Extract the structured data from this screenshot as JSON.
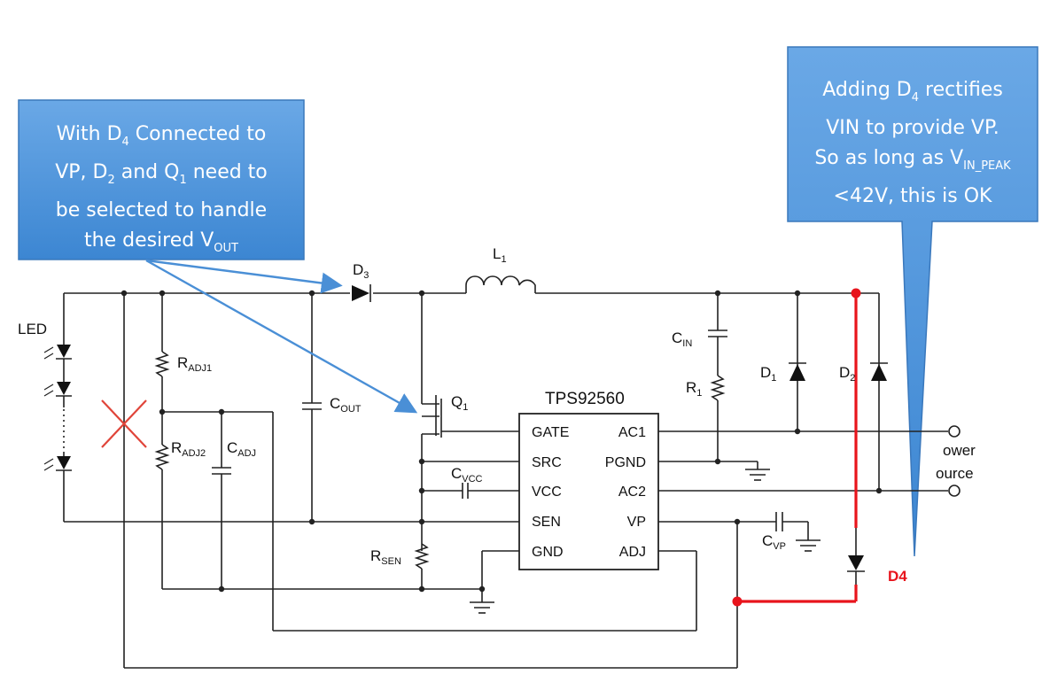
{
  "diagram": {
    "ic": {
      "name": "TPS92560",
      "left_pins": [
        "GATE",
        "SRC",
        "VCC",
        "SEN",
        "GND"
      ],
      "right_pins": [
        "AC1",
        "PGND",
        "AC2",
        "VP",
        "ADJ"
      ]
    },
    "labels": {
      "led": "LED",
      "d3": "D",
      "d3_sub": "3",
      "l1": "L",
      "l1_sub": "1",
      "radj1": "R",
      "radj1_sub": "ADJ1",
      "radj2": "R",
      "radj2_sub": "ADJ2",
      "cadj": "C",
      "cadj_sub": "ADJ",
      "cout": "C",
      "cout_sub": "OUT",
      "q1": "Q",
      "q1_sub": "1",
      "cvcc": "C",
      "cvcc_sub": "VCC",
      "rsen": "R",
      "rsen_sub": "SEN",
      "cin": "C",
      "cin_sub": "IN",
      "r1": "R",
      "r1_sub": "1",
      "d1": "D",
      "d1_sub": "1",
      "d2": "D",
      "d2_sub": "2",
      "cvp": "C",
      "cvp_sub": "VP",
      "power_line1": "ower",
      "power_line2": "ource",
      "d4": "D4"
    },
    "colors": {
      "callout_fill": "#4a90d9",
      "arrow": "#4a8fd6",
      "highlight": "#e8141c"
    }
  },
  "callouts": {
    "left": {
      "l1a": "With D",
      "l1s": "4",
      "l1b": " Connected to",
      "l2a": "VP, D",
      "l2s": "2",
      "l2b": " and Q",
      "l2s2": "1",
      "l2c": " need to",
      "l3": "be selected to handle",
      "l4a": "the desired V",
      "l4s": "OUT"
    },
    "right": {
      "l1a": "Adding D",
      "l1s": "4",
      "l1b": " rectifies",
      "l2": "VIN to provide VP.",
      "l3a": "So as long as V",
      "l3s": "IN_PEAK",
      "l4": "<42V, this is OK"
    }
  }
}
